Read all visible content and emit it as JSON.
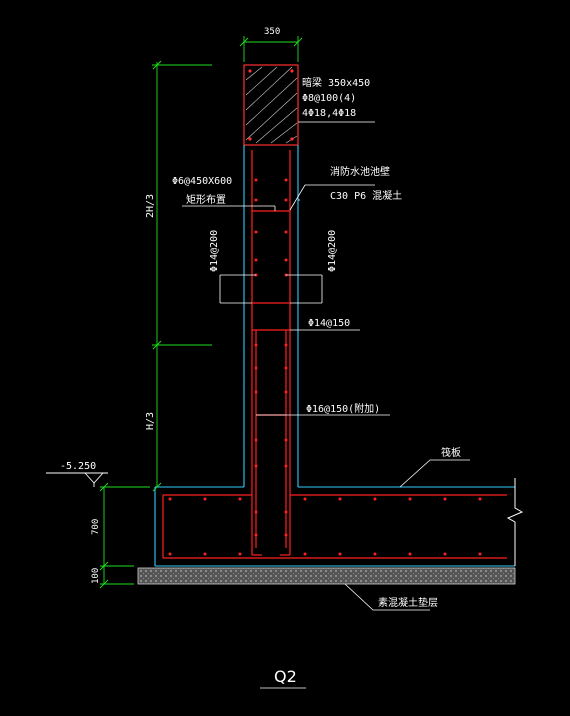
{
  "drawing": {
    "title": "Q2",
    "top_width_dim": "350",
    "beam_label": "暗梁 350x450",
    "beam_stirrup": "Φ8@100(4)",
    "beam_main": "4Φ18,4Φ18",
    "wall_label": "消防水池池壁",
    "concrete_label": "C30 P6 混凝土",
    "tie_label": "Φ6@450X600",
    "tie_layout": "矩形布置",
    "vert_left": "Φ14@200",
    "vert_right": "Φ14@200",
    "horiz_bar": "Φ14@150",
    "added_bar": "Φ16@150(附加)",
    "elevation": "-5.250",
    "upper_height": "2H/3",
    "lower_height": "H/3",
    "slab_label": "筏板",
    "slab_thickness": "700",
    "blinding_thickness": "100",
    "blinding_label": "素混凝土垫层"
  },
  "colors": {
    "outline": "#33ccff",
    "rebar": "#ff2020",
    "dim": "#22dd22",
    "leader": "#ffffff",
    "hatch": "#aaaaaa"
  }
}
